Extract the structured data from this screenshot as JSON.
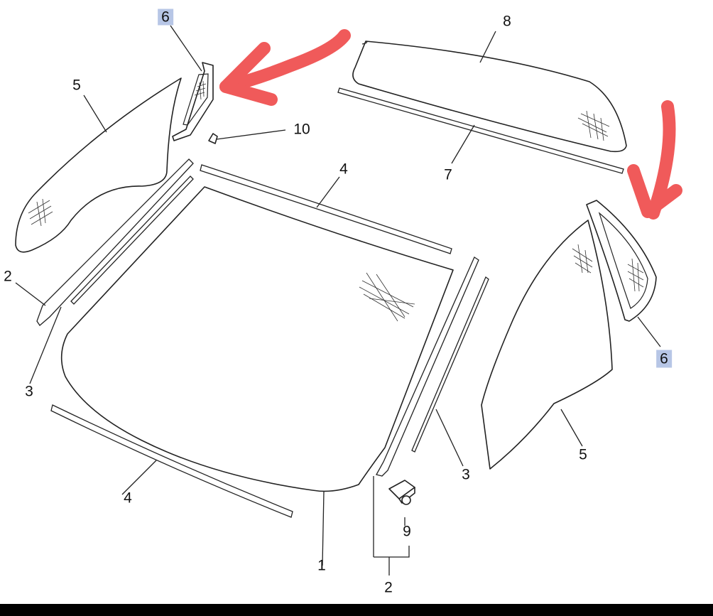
{
  "callouts": {
    "windshield": "1",
    "molding_left": "2",
    "molding_bottom": "2",
    "strip_left": "3",
    "strip_right": "3",
    "seal_top": "4",
    "seal_bottom": "4",
    "window_left": "5",
    "window_right": "5",
    "vent_left": "6",
    "vent_right": "6",
    "rear_strip": "7",
    "rear_glass": "8",
    "clip": "9",
    "fastener": "10"
  },
  "colors": {
    "highlight_label_bg": "#b7c6e6",
    "annotation_arrow": "#f05a5a",
    "line": "#222222"
  }
}
